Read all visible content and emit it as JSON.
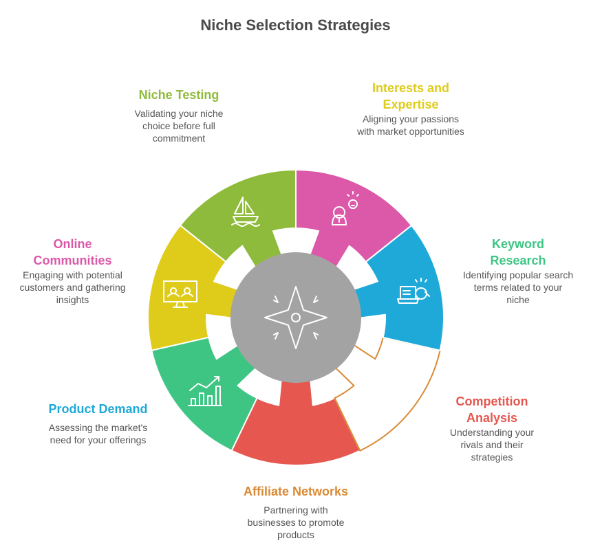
{
  "title": "Niche Selection Strategies",
  "center": {
    "icon": "compass-icon",
    "color": "#a3a3a3"
  },
  "segments": [
    {
      "id": "niche-testing",
      "title": "Niche Testing",
      "description": "Validating your niche choice before full commitment",
      "color": "#8fbb3c",
      "icon": "sailboat-icon"
    },
    {
      "id": "interests-expertise",
      "title": "Interests and Expertise",
      "description": "Aligning your passions with market opportunities",
      "color": "#dfcb1a",
      "icon": "person-idea-icon"
    },
    {
      "id": "keyword-research",
      "title": "Keyword Research",
      "description": "Identifying popular search terms related to your niche",
      "color": "#3ec584",
      "icon": "laptop-search-icon"
    },
    {
      "id": "competition-analysis",
      "title": "Competition Analysis",
      "description": "Understanding your rivals and their strategies",
      "color": "#e5574f",
      "icon": "strategy-board-icon"
    },
    {
      "id": "affiliate-networks",
      "title": "Affiliate Networks",
      "description": "Partnering with businesses to promote products",
      "color": "#d98a35",
      "icon": "none",
      "style": "outline"
    },
    {
      "id": "product-demand",
      "title": "Product Demand",
      "description": "Assessing the market's need for your offerings",
      "color": "#1fa9d8",
      "icon": "growth-chart-icon"
    },
    {
      "id": "online-communities",
      "title": "Online Communities",
      "description": "Engaging with potential customers and gathering insights",
      "color": "#dc58a9",
      "icon": "video-conference-icon"
    }
  ]
}
